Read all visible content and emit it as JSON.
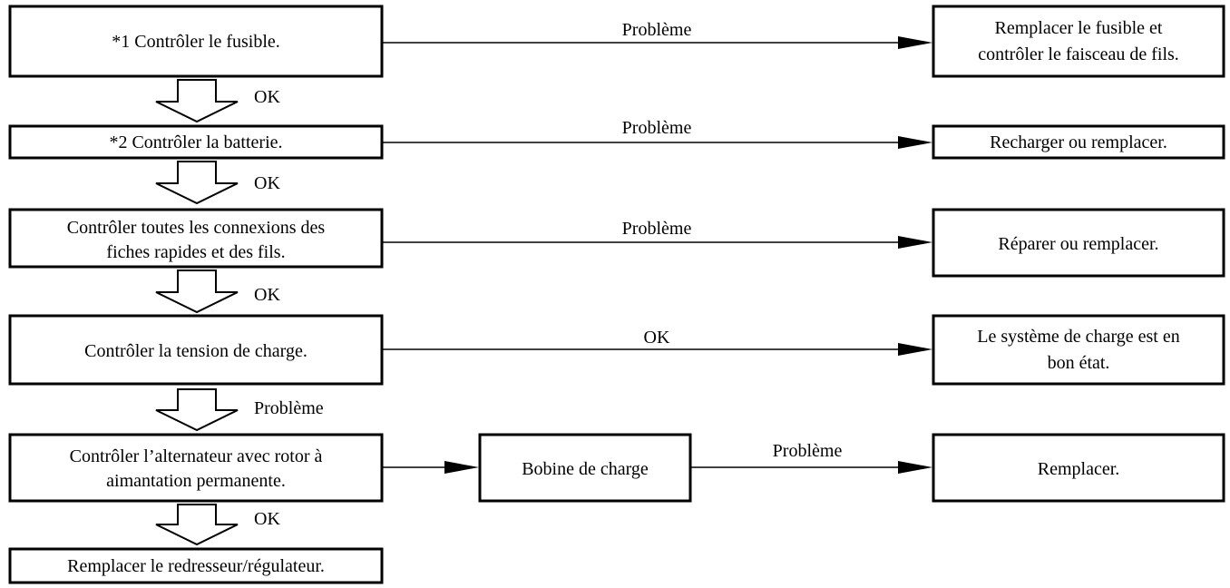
{
  "steps": [
    {
      "lines": [
        "*1 Contrôler le fusible."
      ]
    },
    {
      "lines": [
        "*2 Contrôler la batterie."
      ]
    },
    {
      "lines": [
        "Contrôler toutes les connexions des",
        "fiches rapides et des fils."
      ]
    },
    {
      "lines": [
        "Contrôler la tension de charge."
      ]
    },
    {
      "lines": [
        "Contrôler l’alternateur avec rotor à",
        "aimantation permanente."
      ]
    },
    {
      "lines": [
        "Remplacer le redresseur/régulateur."
      ]
    }
  ],
  "down_labels": [
    "OK",
    "OK",
    "OK",
    "Problème",
    "OK"
  ],
  "branch_labels": [
    "Problème",
    "Problème",
    "Problème",
    "OK",
    "Problème"
  ],
  "results": [
    {
      "lines": [
        "Remplacer le fusible et",
        "contrôler le faisceau de fils."
      ]
    },
    {
      "lines": [
        "Recharger ou remplacer."
      ]
    },
    {
      "lines": [
        "Réparer ou remplacer."
      ]
    },
    {
      "lines": [
        "Le système de charge est en",
        "bon état."
      ]
    },
    {
      "lines": [
        "Remplacer."
      ]
    }
  ],
  "middle_box": {
    "lines": [
      "Bobine de charge"
    ]
  }
}
